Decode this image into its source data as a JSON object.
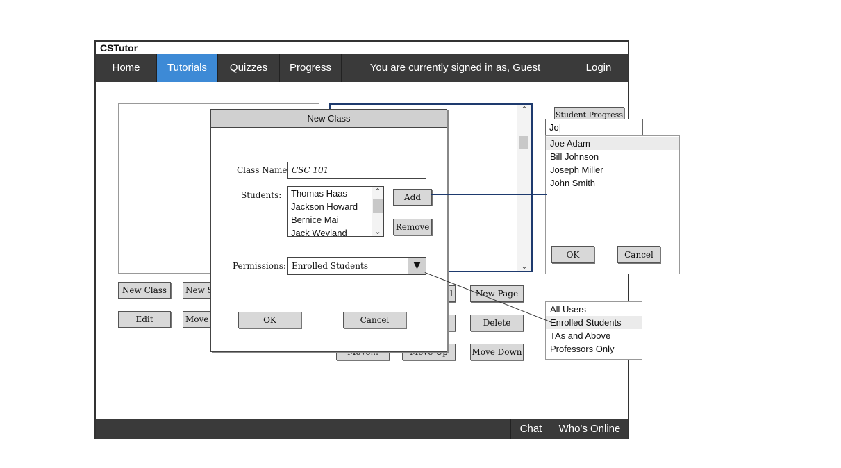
{
  "app": {
    "title": "CSTutor"
  },
  "nav": {
    "home": "Home",
    "tutorials": "Tutorials",
    "quizzes": "Quizzes",
    "progress": "Progress",
    "signed_in_prefix": "You are currently signed in as, ",
    "signed_in_user": "Guest",
    "login": "Login"
  },
  "footer": {
    "chat": "Chat",
    "whos_online": "Who's Online"
  },
  "toolbar": {
    "new_class": "New Class",
    "new_section": "New S",
    "edit": "Edit",
    "move_section": "Move S",
    "new_tutorial": "al",
    "new_page": "New Page",
    "delete": "Delete",
    "move_left": "Move...",
    "move_up": "Move Up",
    "move_down": "Move Down",
    "student_progress": "Student Progress"
  },
  "dialog": {
    "title": "New Class",
    "class_name_label": "Class Name:",
    "class_name_value": "CSC 101",
    "students_label": "Students:",
    "students": [
      "Thomas Haas",
      "Jackson Howard",
      "Bernice Mai",
      "Jack Weyland"
    ],
    "add": "Add",
    "remove": "Remove",
    "permissions_label": "Permissions:",
    "permissions_value": "Enrolled Students",
    "ok": "OK",
    "cancel": "Cancel"
  },
  "student_search": {
    "query": "Jo|",
    "results": [
      "Joe Adam",
      "Bill Johnson",
      "Joseph Miller",
      "John Smith"
    ],
    "ok": "OK",
    "cancel": "Cancel"
  },
  "permissions_dropdown": {
    "options": [
      "All Users",
      "Enrolled Students",
      "TAs and Above",
      "Professors Only"
    ],
    "selected": "Enrolled Students"
  },
  "colors": {
    "nav_bg": "#3a3a3a",
    "active_tab": "#3d8ad6",
    "connector": "#1e3a6e"
  },
  "icons": {
    "dropdown_arrow": "▼",
    "scroll_up": "⌃",
    "scroll_down": "⌄"
  }
}
